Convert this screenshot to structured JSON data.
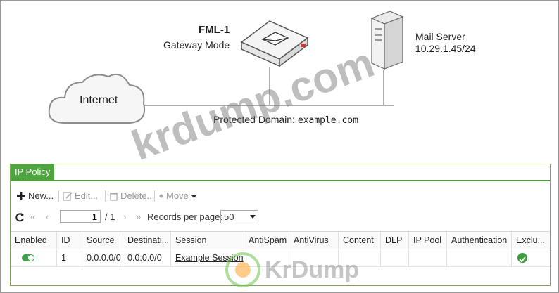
{
  "diagram": {
    "gateway_name": "FML-1",
    "gateway_mode": "Gateway Mode",
    "mail_server_title": "Mail Server",
    "mail_server_ip": "10.29.1.45/24",
    "internet_label": "Internet",
    "protected_label": "Protected Domain:",
    "protected_domain": "example.com",
    "icons": [
      "cloud-icon",
      "fortimail-appliance-icon",
      "server-tower-icon"
    ]
  },
  "panel": {
    "tab": "IP Policy",
    "accent": "#4ea43f"
  },
  "toolbar": {
    "new": "New...",
    "edit": "Edit...",
    "delete": "Delete...",
    "move": "Move"
  },
  "pager": {
    "first": "«",
    "prev": "‹",
    "page": "1",
    "total": "/ 1",
    "next": "›",
    "last": "»",
    "rpp_label": "Records per page:",
    "rpp_value": "50"
  },
  "grid": {
    "columns": [
      "Enabled",
      "ID",
      "Source",
      "Destinati...",
      "Session",
      "AntiSpam",
      "AntiVirus",
      "Content",
      "DLP",
      "IP Pool",
      "Authentication",
      "Exclu..."
    ],
    "rows": [
      {
        "enabled": true,
        "id": "1",
        "source": "0.0.0.0/0",
        "destination": "0.0.0.0/0",
        "session": "Example Session",
        "antispam": "",
        "antivirus": "",
        "content": "",
        "dlp": "",
        "ip_pool": "",
        "authentication": "",
        "exclusive": true
      }
    ]
  },
  "watermark": {
    "diagonal": "krdump.com",
    "brand": "KrDump"
  }
}
